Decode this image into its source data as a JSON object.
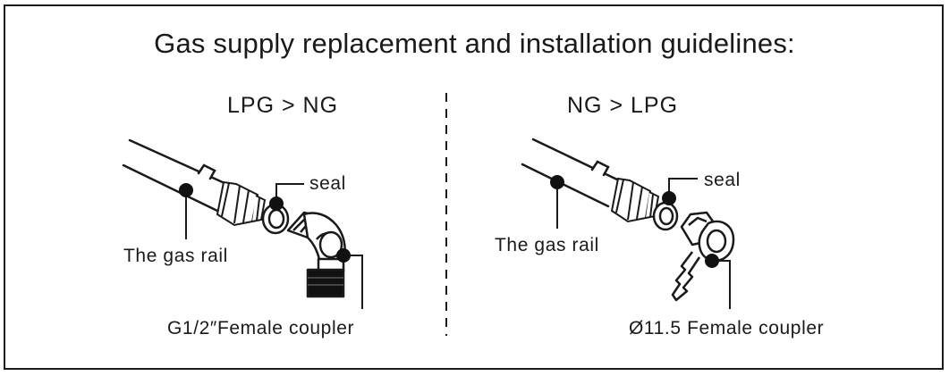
{
  "title": "Gas supply replacement and installation guidelines:",
  "left_panel": {
    "heading": "LPG > NG",
    "seal_label": "seal",
    "rail_label": "The gas rail",
    "coupler_label": "G1/2″Female coupler"
  },
  "right_panel": {
    "heading": "NG > LPG",
    "seal_label": "seal",
    "rail_label": "The gas rail",
    "coupler_label": "Ø11.5 Female coupler"
  }
}
